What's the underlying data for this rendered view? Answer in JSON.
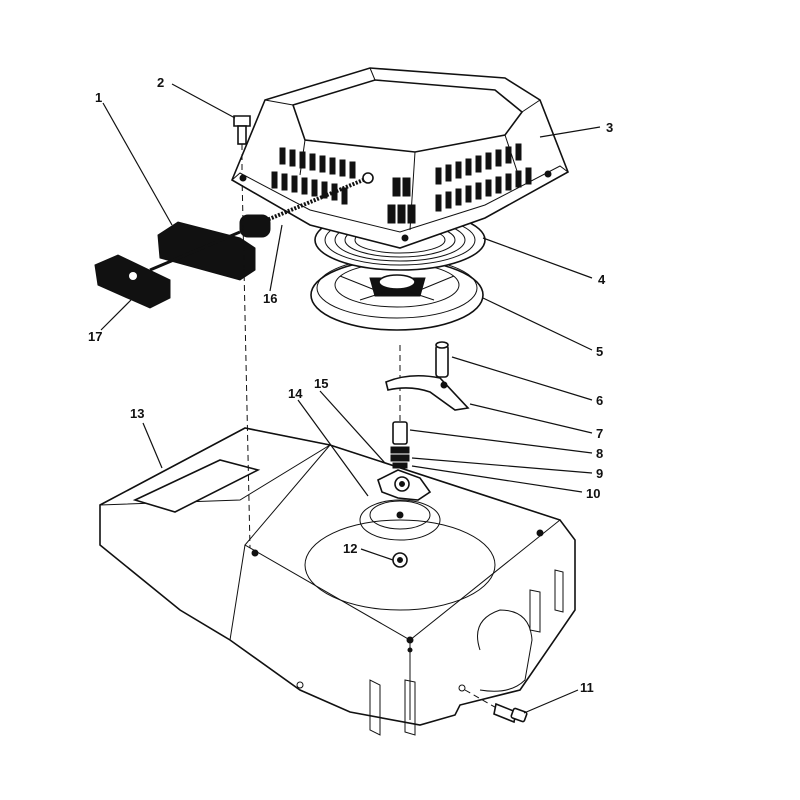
{
  "diagram": {
    "colors": {
      "ink": "#111111",
      "paper": "#ffffff"
    },
    "callouts": {
      "c1": "1",
      "c2": "2",
      "c3": "3",
      "c4": "4",
      "c5": "5",
      "c6": "6",
      "c7": "7",
      "c8": "8",
      "c9": "9",
      "c10": "10",
      "c11": "11",
      "c12": "12",
      "c13": "13",
      "c14": "14",
      "c15": "15",
      "c16": "16",
      "c17": "17"
    }
  }
}
